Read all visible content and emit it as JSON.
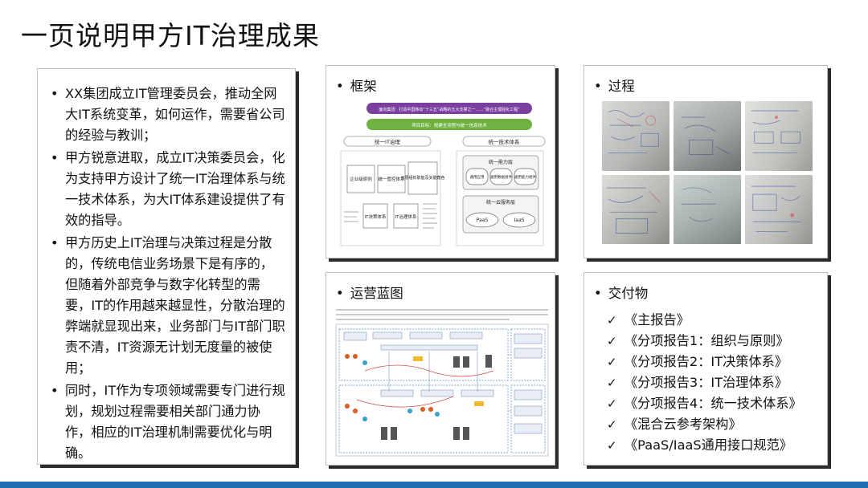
{
  "page_title": "一页说明甲方IT治理成果",
  "left_panel": {
    "bullets": [
      "XX集团成立IT管理委员会，推动全网大IT系统变革，如何运作，需要省公司的经验与教训；",
      "甲方锐意进取，成立IT决策委员会，化为支持甲方设计了统一IT治理体系与统一技术体系，为大IT体系建设提供了有效的指导。",
      "甲方历史上IT治理与决策过程是分散的，传统电信业务场景下是有序的，但随着外部竞争与数字化转型的需要，IT的作用越来越显性，分散治理的弊端就显现出来，业务部门与IT部门职责不清，IT资源无计划无度量的被使用；",
      "同时，IT作为专项领域需要专门进行规划，规划过程需要相关部门通力协作，相应的IT治理机制需要优化与明确。"
    ]
  },
  "frame_panel": {
    "heading": "框架",
    "banner_top": "面向集团：打造中国移动“十三五”战略的五大支撑之一……“融合主理强化工程”",
    "banner_mid": "项目目标：规建全流程与统一信息技术",
    "gov_title": "统一IT治理",
    "tech_title": "统一技术体系",
    "gov_boxes": [
      "企业级原则",
      "统一管控体系",
      "分层组织职能及关键角色"
    ],
    "gov_sub": [
      "IT决策体系",
      "IT治理体系"
    ],
    "tech_layer1": "统一能力层",
    "tech_chips": [
      "通用应用",
      "通用数据组件",
      "通用能力组件"
    ],
    "tech_layer2": "统一云服务层",
    "tech_ovals": [
      "PaaS",
      "IaaS"
    ]
  },
  "process_panel": {
    "heading": "过程"
  },
  "ops_panel": {
    "heading": "运营蓝图"
  },
  "deliverables_panel": {
    "heading": "交付物",
    "items": [
      "《主报告》",
      "《分项报告1：组织与原则》",
      "《分项报告2：IT决策体系》",
      "《分项报告3：IT治理体系》",
      "《分项报告4：统一技术体系》",
      "《混合云参考架构》",
      "《PaaS/IaaS通用接口规范》"
    ]
  },
  "colors": {
    "accent_blue": "#1f6fb5",
    "banner_purple": "#7b3fa0",
    "banner_green": "#6fb23f"
  },
  "icons": {
    "bullet": "•",
    "check": "✓"
  }
}
